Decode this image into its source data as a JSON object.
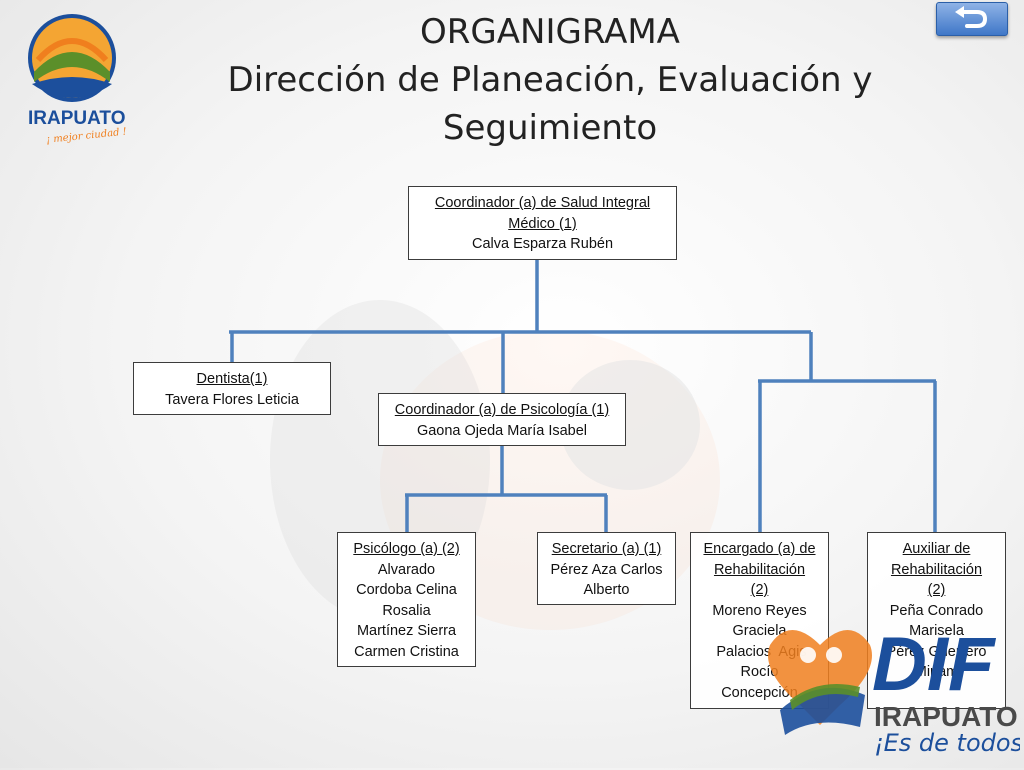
{
  "header": {
    "title_line1": "ORGANIGRAMA",
    "title_line2": "Dirección de Planeación, Evaluación y",
    "title_line3": "Seguimiento"
  },
  "logos": {
    "irapuato_name": "IRAPUATO",
    "irapuato_slogan": "¡ mejor ciudad !",
    "dif_name": "DIF",
    "dif_city": "IRAPUATO",
    "dif_slogan": "¡Es de todos!"
  },
  "colors": {
    "connector": "#4f81bd",
    "brand_orange": "#f07f1e",
    "brand_blue": "#1c4f9c",
    "brand_green": "#5b8f2a"
  },
  "nav": {
    "back_icon": "return-arrow-icon"
  },
  "org": {
    "root": {
      "role": "Coordinador (a) de Salud Integral",
      "role2": "Médico (1)",
      "name": "Calva  Esparza  Rubén"
    },
    "dentista": {
      "role": "Dentista(1)",
      "name": "Tavera Flores Leticia"
    },
    "psicologia": {
      "role": "Coordinador (a) de Psicología (1)",
      "name": "Gaona Ojeda María Isabel"
    },
    "psicologo": {
      "role": "Psicólogo (a) (2)",
      "names": [
        "Alvarado",
        "Cordoba Celina",
        "Rosalia",
        "Martínez Sierra",
        "Carmen Cristina"
      ]
    },
    "secretario": {
      "role": "Secretario (a) (1)",
      "names": [
        "Pérez Aza Carlos",
        "Alberto"
      ]
    },
    "rehabilitacion": {
      "role_lines": [
        "Encargado (a) de",
        "Rehabilitación",
        "(2)"
      ],
      "names": [
        "Moreno Reyes",
        "Graciela",
        " Palacios  Agis",
        "Rocío",
        "Concepción"
      ]
    },
    "auxiliar": {
      "role_lines": [
        "Auxiliar de",
        "Rehabilitación",
        "(2)"
      ],
      "names": [
        "Peña Conrado",
        "Marisela",
        "Pérez Guerrero",
        "Miriam"
      ]
    }
  }
}
